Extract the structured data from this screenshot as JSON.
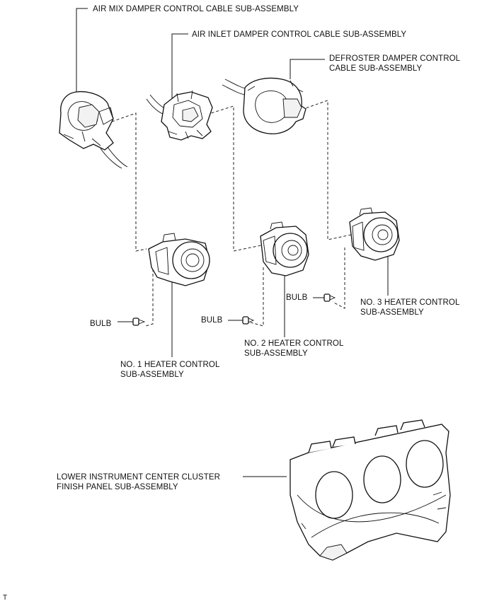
{
  "labels": {
    "air_mix": "AIR MIX DAMPER CONTROL CABLE SUB-ASSEMBLY",
    "air_inlet": "AIR INLET DAMPER CONTROL CABLE SUB-ASSEMBLY",
    "defroster_line1": "DEFROSTER DAMPER CONTROL",
    "defroster_line2": "CABLE SUB-ASSEMBLY",
    "bulb_1": "BULB",
    "bulb_2": "BULB",
    "bulb_3": "BULB",
    "heater_1_line1": "NO. 1 HEATER CONTROL",
    "heater_1_line2": "SUB-ASSEMBLY",
    "heater_2_line1": "NO. 2 HEATER CONTROL",
    "heater_2_line2": "SUB-ASSEMBLY",
    "heater_3_line1": "NO. 3 HEATER CONTROL",
    "heater_3_line2": "SUB-ASSEMBLY",
    "panel_line1": "LOWER INSTRUMENT CENTER CLUSTER",
    "panel_line2": "FINISH PANEL SUB-ASSEMBLY",
    "corner_mark": "T"
  }
}
